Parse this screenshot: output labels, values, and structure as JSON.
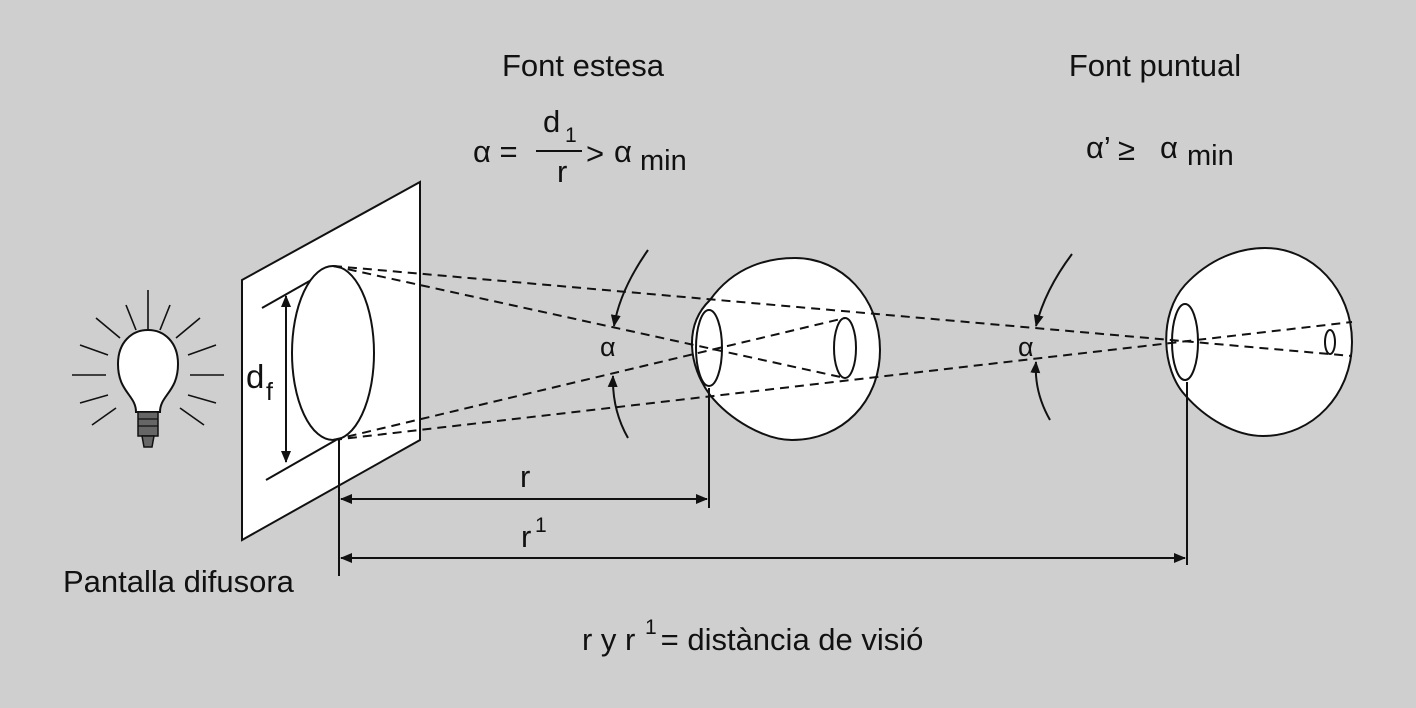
{
  "labels": {
    "extended_source_title": "Font estesa",
    "point_source_title": "Font puntual",
    "screen_label": "Pantalla difusora",
    "bulb_diameter_symbol": "d",
    "bulb_diameter_subscript": "f",
    "alpha_near": "α",
    "alpha_far": "α",
    "distance_r": "r",
    "distance_r1_base": "r",
    "distance_r1_superscript": "1",
    "footnote_lhs_r": "r y r",
    "footnote_superscript": "1",
    "footnote_rhs": " = distància de visió"
  },
  "formulas": {
    "extended": {
      "alpha": "α =",
      "numerator": "d",
      "numerator_subscript": "1",
      "denominator": "r",
      "relation": ">",
      "alpha_min": "α",
      "alpha_min_subscript": "min"
    },
    "point": {
      "alpha_prime": "α’",
      "relation": "≥",
      "alpha_min": "α",
      "alpha_min_subscript": "min"
    }
  },
  "colors": {
    "background": "#cfcfcf",
    "ink": "#111111",
    "screen_fill": "#ffffff",
    "bulb_base": "#666666"
  }
}
